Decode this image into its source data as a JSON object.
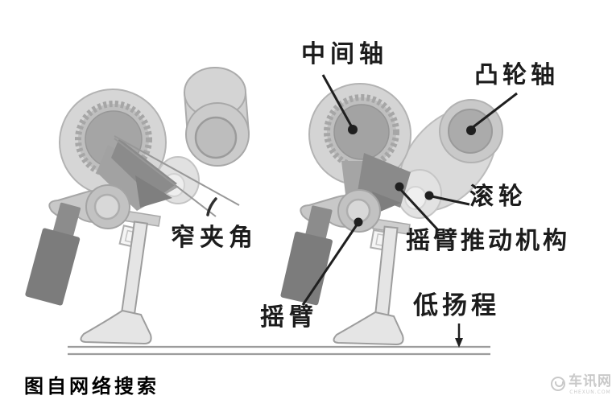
{
  "labels": {
    "intermediate_shaft": "中间轴",
    "camshaft": "凸轮轴",
    "roller": "滚轮",
    "rocker_push_mechanism": "摇臂推动机构",
    "narrow_angle": "窄夹角",
    "rocker_arm": "摇臂",
    "low_lift": "低扬程"
  },
  "caption": "图自网络搜索",
  "watermark": {
    "name": "车讯网",
    "url": "CHEXUN.COM"
  },
  "colors": {
    "background": "#ffffff",
    "label_text": "#1c1c1c",
    "leader_line": "#1f1f1f",
    "part_light": "#d5d5d5",
    "part_mid": "#a5a5a5",
    "part_dark_wedge": "#8a8a8a",
    "part_actuator": "#7c7c7c",
    "ground_line": "#9c9c9c",
    "watermark": "#c7c7c7"
  }
}
